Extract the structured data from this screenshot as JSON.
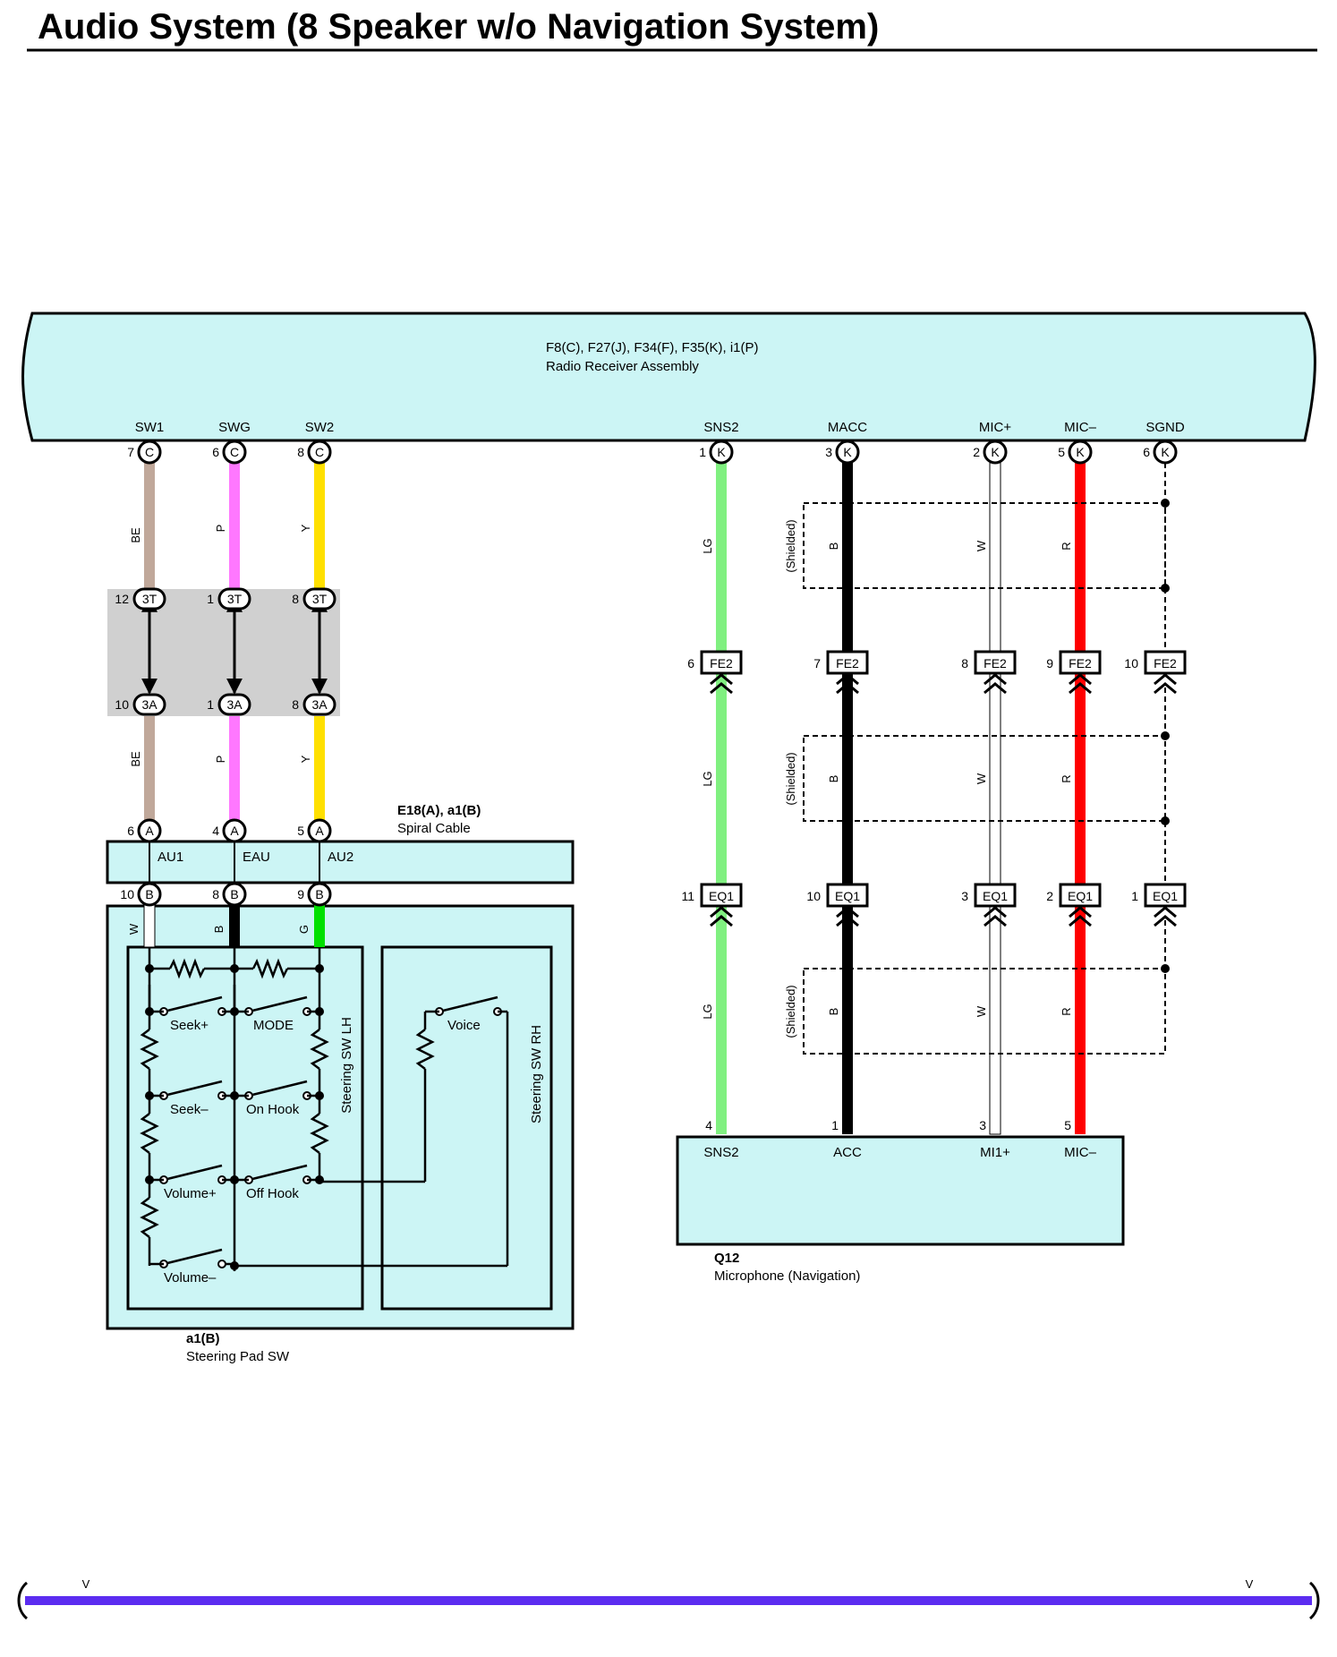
{
  "title": "Audio System (8 Speaker w/o Navigation System)",
  "radio": {
    "connectors": "F8(C), F27(J), F34(F), F35(K), i1(P)",
    "name": "Radio Receiver Assembly",
    "terminals": [
      {
        "name": "SW1",
        "pin": "7",
        "conn": "C"
      },
      {
        "name": "SWG",
        "pin": "6",
        "conn": "C"
      },
      {
        "name": "SW2",
        "pin": "8",
        "conn": "C"
      },
      {
        "name": "SNS2",
        "pin": "1",
        "conn": "K"
      },
      {
        "name": "MACC",
        "pin": "3",
        "conn": "K"
      },
      {
        "name": "MIC+",
        "pin": "2",
        "conn": "K"
      },
      {
        "name": "MIC–",
        "pin": "5",
        "conn": "K"
      },
      {
        "name": "SGND",
        "pin": "6",
        "conn": "K"
      }
    ]
  },
  "left_wires": [
    {
      "color_code": "BE",
      "color": "#c0a89a",
      "upper_pin": "12",
      "lower_pin": "10",
      "spiral_pin": "6"
    },
    {
      "color_code": "P",
      "color": "#ff78ff",
      "upper_pin": "1",
      "lower_pin": "1",
      "spiral_pin": "4"
    },
    {
      "color_code": "Y",
      "color": "#ffe000",
      "upper_pin": "8",
      "lower_pin": "8",
      "spiral_pin": "5"
    }
  ],
  "junction": {
    "upper": "3T",
    "lower": "3A"
  },
  "spiral_cable": {
    "connectors": "E18(A), a1(B)",
    "name": "Spiral Cable",
    "conn_top": "A",
    "conn_bottom": "B",
    "terminals": [
      "AU1",
      "EAU",
      "AU2"
    ],
    "bottom_pins": [
      "10",
      "8",
      "9"
    ],
    "bottom_wire_codes": [
      "W",
      "B",
      "G"
    ],
    "bottom_wire_colors": [
      "#ffffff",
      "#000000",
      "#00e000"
    ]
  },
  "steering_pad": {
    "connector": "a1(B)",
    "name": "Steering Pad SW",
    "lh_label": "Steering SW LH",
    "rh_label": "Steering SW RH",
    "switches": [
      "Seek+",
      "MODE",
      "Seek–",
      "On Hook",
      "Volume+",
      "Off Hook",
      "Volume–",
      "Voice"
    ]
  },
  "right_wires": [
    {
      "color_code": "LG",
      "color": "#80f080"
    },
    {
      "color_code": "B",
      "color": "#000000"
    },
    {
      "color_code": "W",
      "color": "#ffffff"
    },
    {
      "color_code": "R",
      "color": "#ff0000"
    }
  ],
  "shielded_label": "(Shielded)",
  "fe2": {
    "name": "FE2",
    "pins": [
      "6",
      "7",
      "8",
      "9",
      "10"
    ]
  },
  "eq1": {
    "name": "EQ1",
    "pins": [
      "11",
      "10",
      "3",
      "2",
      "1"
    ]
  },
  "microphone": {
    "connector": "Q12",
    "name": "Microphone (Navigation)",
    "terminals": [
      "SNS2",
      "ACC",
      "MI1+",
      "MIC–"
    ],
    "pins": [
      "4",
      "1",
      "3",
      "5"
    ]
  },
  "ground_bus": {
    "label": "V",
    "color": "#5b2cf0"
  },
  "colors": {
    "box_fill": "#ccf5f5",
    "junction_fill": "#d0d0d0"
  }
}
